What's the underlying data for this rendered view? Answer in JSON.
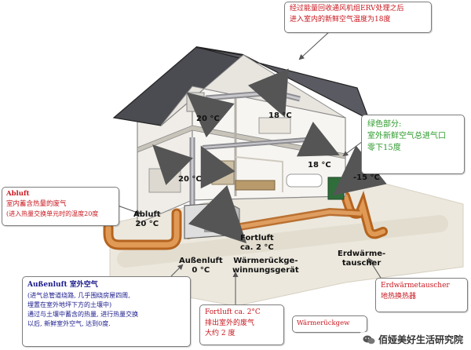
{
  "callouts": {
    "erv_note": {
      "line1": "经过能量回收通风机组ERV处理之后",
      "line2": "进入室内的新鲜空气温度为18度"
    },
    "green_section": {
      "line1": "绿色部分:",
      "line2": "室外新鲜空气总进气口",
      "line3": "零下15度"
    },
    "abluft": {
      "line1": "Abluft",
      "line2": "室内蓄含热量的废气",
      "line3": "(进入热量交换单元时的温度20度"
    },
    "aussenluft": {
      "line1": "Außenluft 室外空气",
      "line2": "(进气总管道绕路, 几乎围绕房屋四周,",
      "line3": "埋置在室外地坪下方的土壤中)",
      "line4": "通过与土壤中蓄含的热量, 进行热量交换",
      "line5": "以后, 新鲜室外空气, 达到0度."
    },
    "fortluft": {
      "line1": "Fortluft ca. 2°C",
      "line2": "排出室外的废气",
      "line3": "大约 2 度"
    },
    "erdwaermetauscher": {
      "line1": "Erdwärmetauscher",
      "line2": "地热换热器"
    },
    "bottom_partial": {
      "line1": "Wärmerückgew"
    }
  },
  "labels": {
    "temp_room_left": "20 °C",
    "temp_room_right_upper": "18 °C",
    "temp_room_mid": "20 °C",
    "temp_room_right_mid": "18 °C",
    "temp_intake": "-15 °C",
    "abluft_line1": "Abluft",
    "abluft_line2": "20 °C",
    "fortluft_line1": "Fortluft",
    "fortluft_line2": "ca. 2 °C",
    "aussenluft_line1": "Außenluft",
    "aussenluft_line2": "0 °C",
    "recovery_line1": "Wärmerückge-",
    "recovery_line2": "winnungsgerät",
    "erdwaerme_line1": "Erdwärme-",
    "erdwaerme_line2": "tauscher"
  },
  "watermark": "佰娅美好生活研究院",
  "colors": {
    "red": "#c8161d",
    "green": "#2b9a2b",
    "blue": "#1a1a8c",
    "pipe": "#c6772c",
    "roof": "#3f3f45"
  }
}
